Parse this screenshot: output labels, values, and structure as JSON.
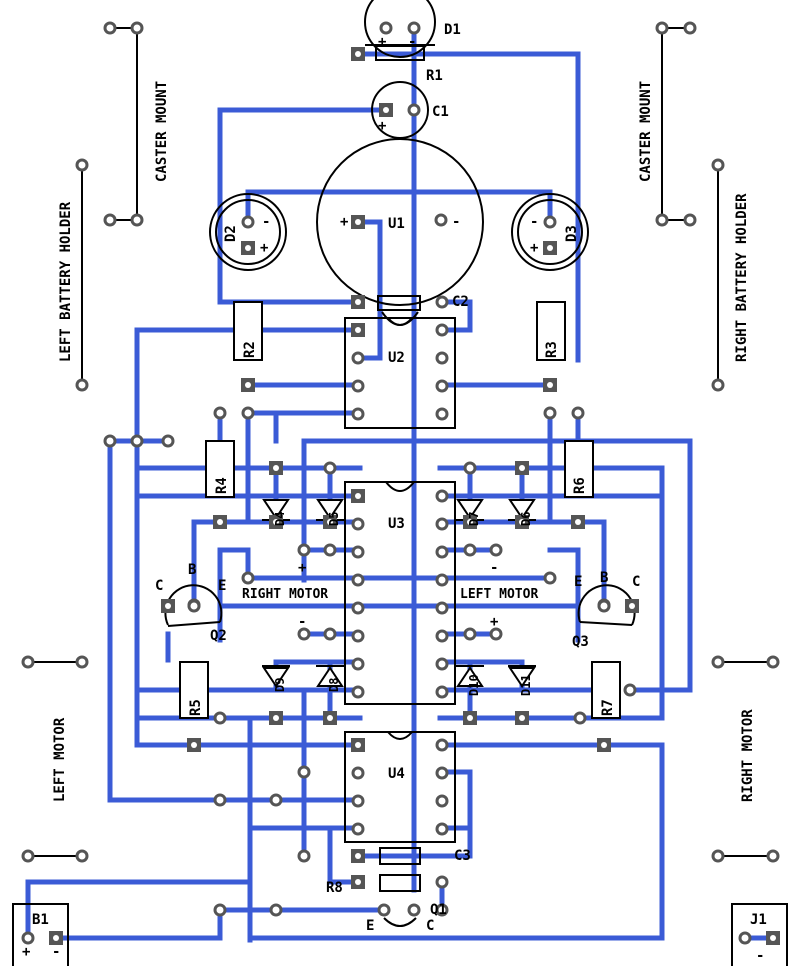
{
  "labels": {
    "d1": "D1",
    "r1": "R1",
    "c1": "C1",
    "u1": "U1",
    "c2": "C2",
    "d2": "D2",
    "d3": "D3",
    "r2": "R2",
    "r3": "R3",
    "u2": "U2",
    "r4": "R4",
    "r6": "R6",
    "u3": "U3",
    "d4": "D4",
    "d5": "D5",
    "d6": "D6",
    "d7": "D7",
    "d8": "D8",
    "d9": "D9",
    "d10": "D10",
    "d11": "D11",
    "q2": "Q2",
    "q3": "Q3",
    "q1": "Q1",
    "r5": "R5",
    "r7": "R7",
    "u4": "U4",
    "c3": "C3",
    "r8": "R8",
    "b1": "B1",
    "j1": "J1",
    "right_motor": "RIGHT MOTOR",
    "left_motor": "LEFT MOTOR",
    "caster_left": "CASTER MOUNT",
    "caster_right": "CASTER MOUNT",
    "left_battery": "LEFT BATTERY HOLDER",
    "right_battery": "RIGHT BATTERY HOLDER",
    "left_motor_side": "LEFT MOTOR",
    "right_motor_side": "RIGHT MOTOR",
    "b": "B",
    "c": "C",
    "e": "E",
    "plus": "+",
    "minus": "-"
  },
  "colors": {
    "trace": "#3b5bd6",
    "silkscreen": "#000000",
    "pad": "#555555"
  }
}
